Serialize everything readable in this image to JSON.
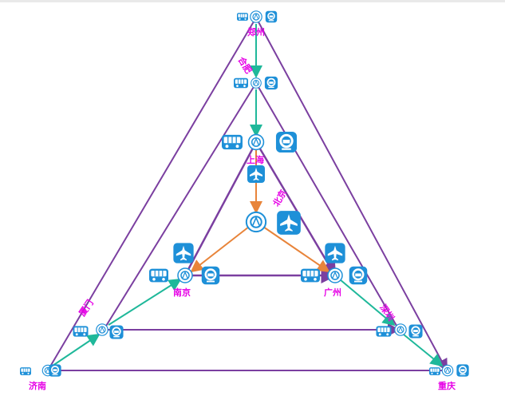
{
  "colors": {
    "outer_edge": "#7b3fa0",
    "rail_edge": "#1fb89a",
    "air_edge": "#e8843a",
    "icon_blue": "#1e90d8",
    "label": "#e600e6"
  },
  "cities": {
    "zhengzhou": "郑州",
    "hefei": "合肥",
    "shanghai": "上海",
    "beijing": "北京",
    "nanjing": "南京",
    "guangzhou": "广州",
    "xiamen": "厦门",
    "shenzhen": "深圳",
    "jinan": "济南",
    "chongqing": "重庆"
  },
  "icons": {
    "bus": "bus-icon",
    "rail": "train-icon",
    "plane": "plane-icon",
    "hub": "station-hub-icon"
  }
}
